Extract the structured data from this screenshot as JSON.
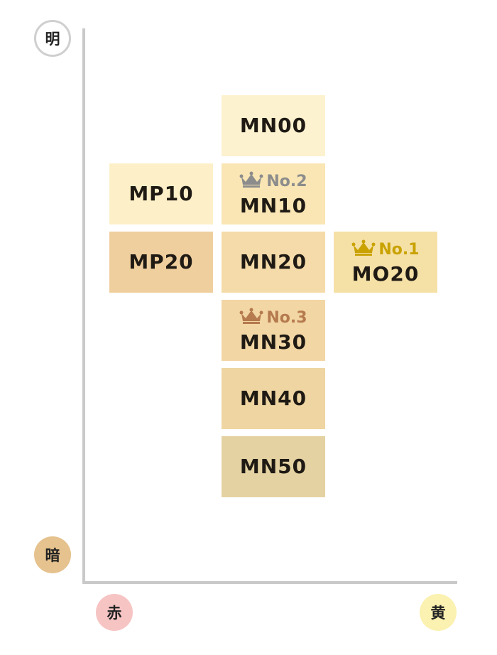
{
  "axes": {
    "top_label": "明",
    "bottom_label": "暗",
    "left_label": "赤",
    "right_label": "黄"
  },
  "tiles": {
    "mn00": {
      "code": "MN00"
    },
    "mp10": {
      "code": "MP10"
    },
    "mn10": {
      "code": "MN10",
      "rank": "No.2"
    },
    "mp20": {
      "code": "MP20"
    },
    "mn20": {
      "code": "MN20"
    },
    "mo20": {
      "code": "MO20",
      "rank": "No.1"
    },
    "mn30": {
      "code": "MN30",
      "rank": "No.3"
    },
    "mn40": {
      "code": "MN40"
    },
    "mn50": {
      "code": "MN50"
    }
  },
  "icons": {
    "rank": "crown-icon"
  },
  "colors": {
    "rank_1": "#c9a200",
    "rank_2": "#8c8c8c",
    "rank_3": "#b57a4e"
  }
}
